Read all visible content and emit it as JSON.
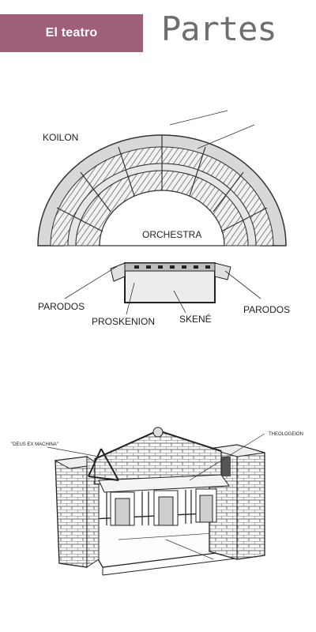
{
  "header": {
    "section_label": "El teatro",
    "title": "Partes"
  },
  "figure_1": {
    "labels": {
      "koilon": "KOILON",
      "orchestra": "ORCHESTRA",
      "parodos_left": "PARODOS",
      "parodos_right": "PARODOS",
      "proskenion": "PROSKENION",
      "skene": "SKENÉ"
    }
  },
  "figure_2": {
    "labels": {
      "deus_ex_machina": "\"DEUS EX MACHINA\"",
      "theologeion": "THEOLOGEION"
    }
  }
}
